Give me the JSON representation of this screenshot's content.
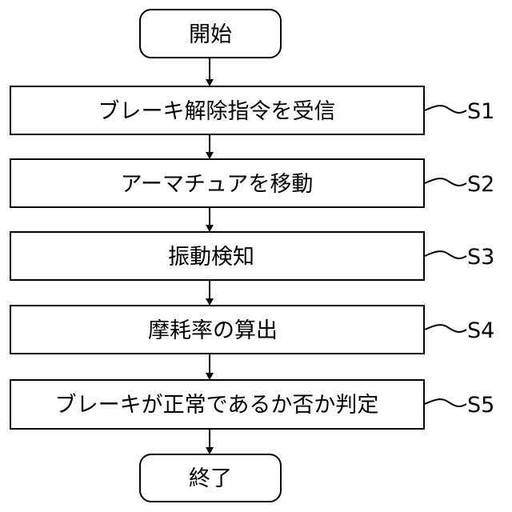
{
  "flowchart": {
    "start": {
      "label": "開始"
    },
    "steps": [
      {
        "label": "ブレーキ解除指令を受信",
        "step_id": "S1"
      },
      {
        "label": "アーマチュアを移動",
        "step_id": "S2"
      },
      {
        "label": "振動検知",
        "step_id": "S3"
      },
      {
        "label": "摩耗率の算出",
        "step_id": "S4"
      },
      {
        "label": "ブレーキが正常であるか否か判定",
        "step_id": "S5"
      }
    ],
    "end": {
      "label": "終了"
    }
  }
}
